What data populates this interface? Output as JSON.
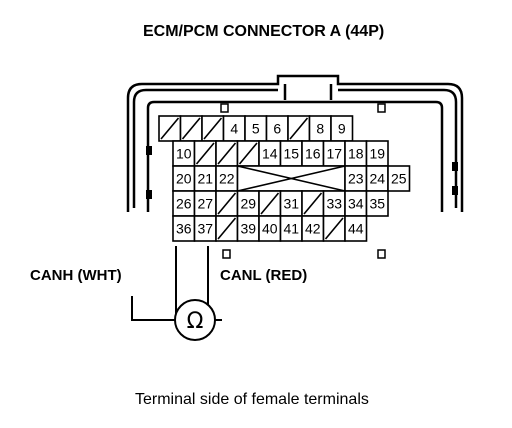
{
  "title": "ECM/PCM CONNECTOR A (44P)",
  "caption": "Terminal side of female terminals",
  "wires": {
    "canh_label": "CANH (WHT)",
    "canl_label": "CANL (RED)"
  },
  "meter": {
    "symbol": "Ω",
    "icon": "ohmmeter-icon"
  },
  "connector": {
    "pins": 44,
    "rows": [
      [
        "/",
        "/",
        "/",
        "4",
        "5",
        "6",
        "/",
        "8",
        "9"
      ],
      [
        "10",
        "/",
        "/",
        "/",
        "14",
        "15",
        "16",
        "17",
        "18",
        "19"
      ],
      [
        "20",
        "21",
        "22",
        "X",
        "23",
        "24",
        "25"
      ],
      [
        "26",
        "27",
        "/",
        "29",
        "/",
        "31",
        "/",
        "33",
        "34",
        "35"
      ],
      [
        "36",
        "37",
        "/",
        "39",
        "40",
        "41",
        "42",
        "/",
        "44"
      ]
    ]
  }
}
